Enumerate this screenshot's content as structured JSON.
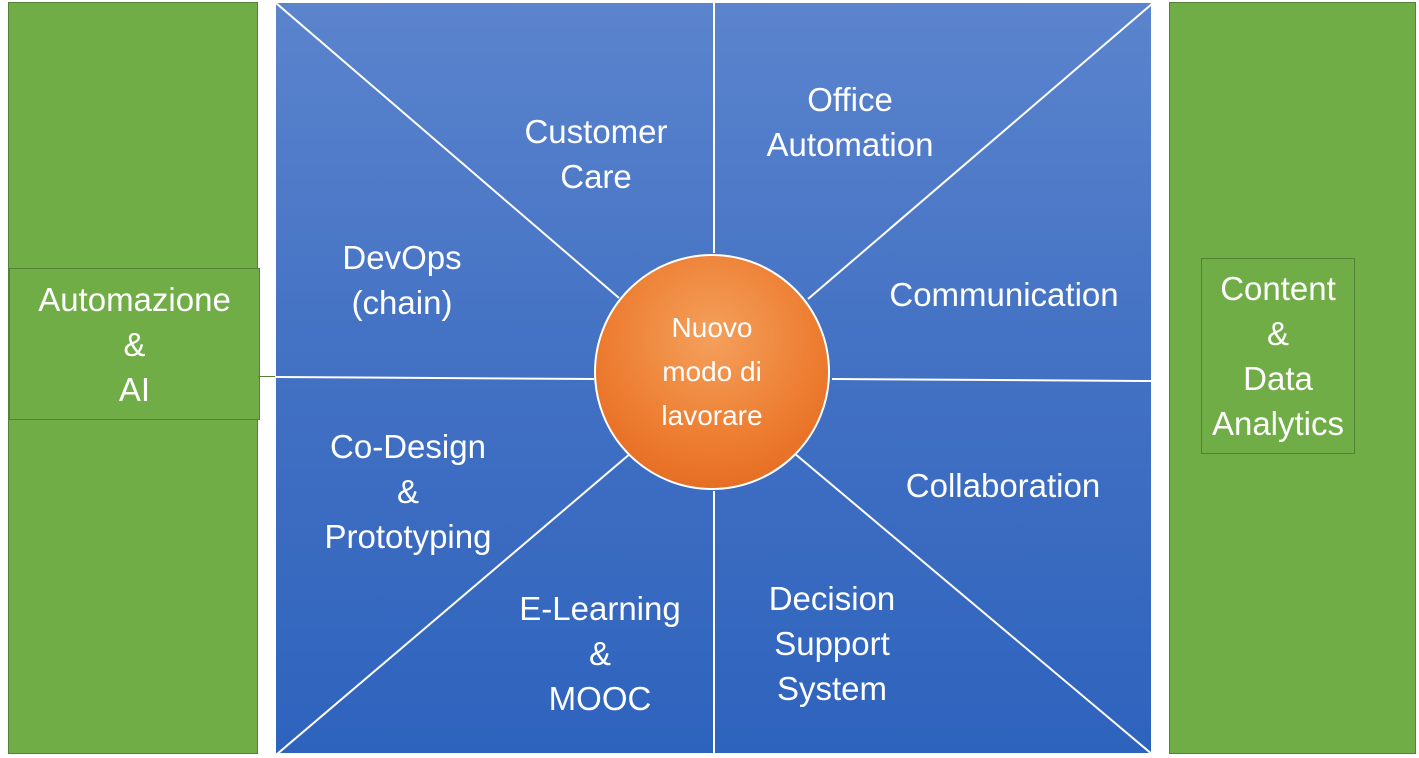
{
  "left_pillar": {
    "lines": [
      "Automazione",
      "&",
      "AI"
    ]
  },
  "right_pillar": {
    "lines": [
      "Content",
      "&",
      "Data",
      "Analytics"
    ]
  },
  "center": {
    "lines": [
      "Nuovo",
      "modo di",
      "lavorare"
    ]
  },
  "segments": {
    "customer_care": [
      "Customer",
      "Care"
    ],
    "office_automation": [
      "Office",
      "Automation"
    ],
    "devops": [
      "DevOps",
      "(chain)"
    ],
    "communication": [
      "Communication"
    ],
    "co_design": [
      "Co-Design",
      "&",
      "Prototyping"
    ],
    "collaboration": [
      "Collaboration"
    ],
    "e_learning": [
      "E-Learning",
      "&",
      "MOOC"
    ],
    "decision_support": [
      "Decision",
      "Support",
      "System"
    ]
  },
  "colors": {
    "pillar_green": "#70ad47",
    "square_blue": "#4472c4",
    "hub_orange": "#ed7d31",
    "text": "#ffffff"
  }
}
